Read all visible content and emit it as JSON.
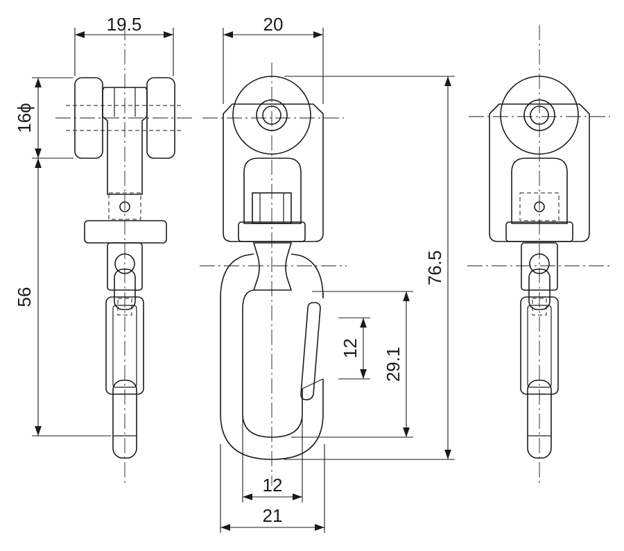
{
  "dimensions": {
    "left_width": "19.5",
    "wheel_diameter": "16ϕ",
    "left_height": "56",
    "front_width": "20",
    "overall_height": "76.5",
    "opening_length": "29.1",
    "gate_length": "12",
    "inner_width": "12",
    "outer_width": "21"
  }
}
